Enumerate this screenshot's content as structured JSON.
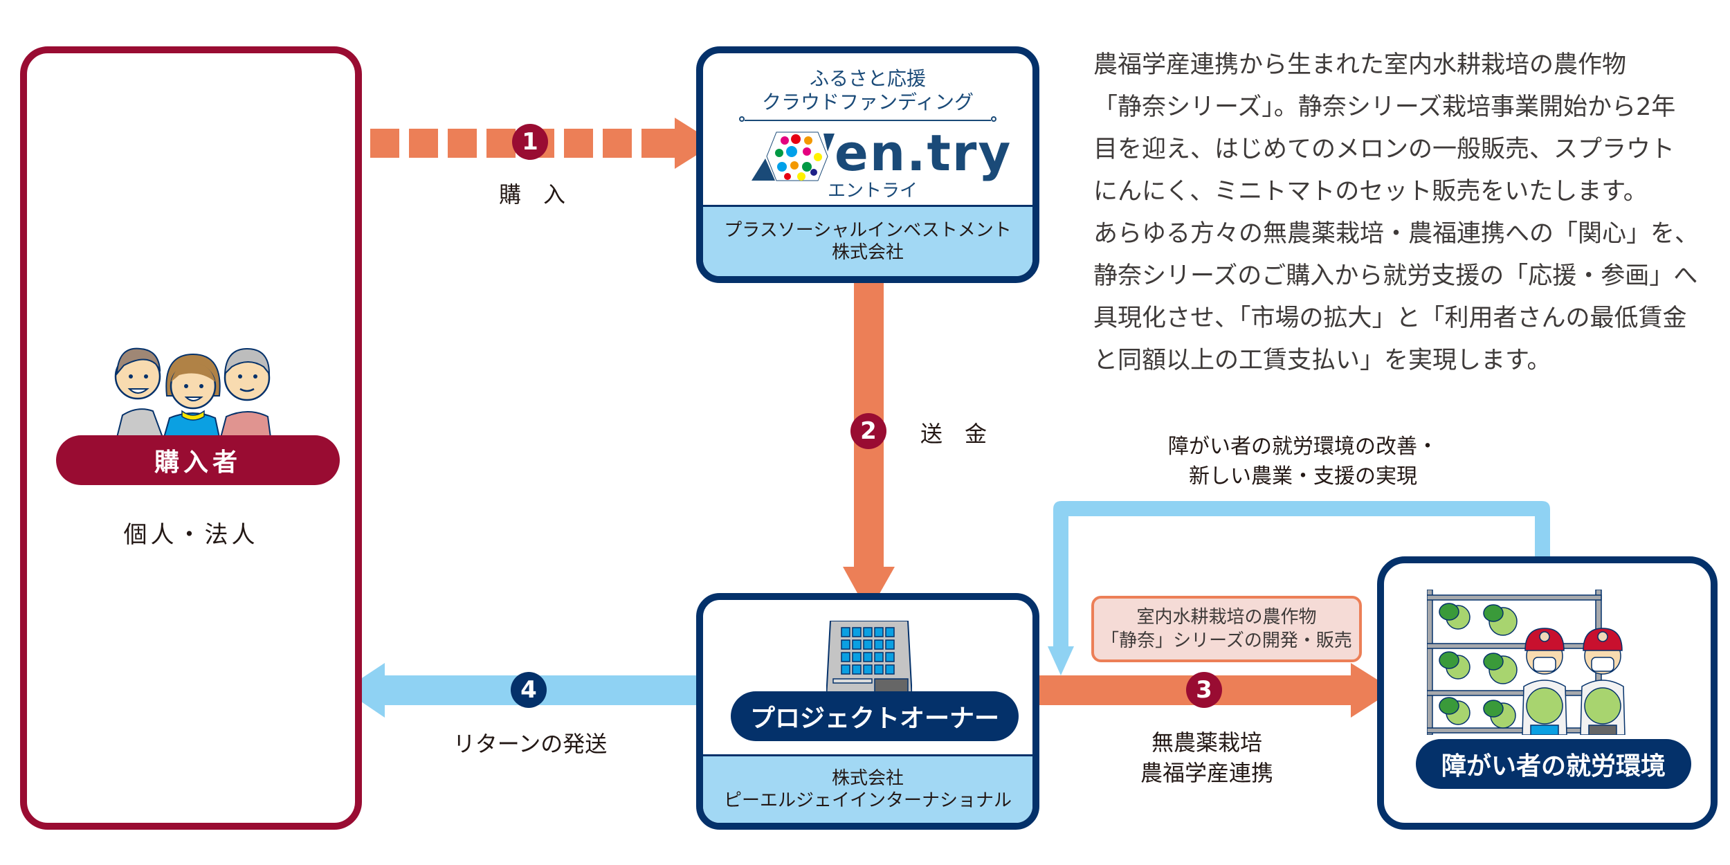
{
  "colors": {
    "buyer_red": "#990c32",
    "navy": "#04316a",
    "orange_arrow": "#ec7f57",
    "blue_arrow": "#8fd2f3",
    "light_blue_band": "#a2d8f4",
    "pink_box": "#f5dbd6"
  },
  "buyer": {
    "icon": "people-group-icon",
    "title": "購入者",
    "subtitle": "個人・法人"
  },
  "entry": {
    "tagline_1": "ふるさと応援",
    "tagline_2": "クラウドファンディング",
    "logo_text": "en.try",
    "logo_kana": "エントライ",
    "company_line_1": "プラスソーシャルインベストメント",
    "company_line_2": "株式会社"
  },
  "owner": {
    "icon": "office-building-icon",
    "title": "プロジェクトオーナー",
    "company_line_1": "株式会社",
    "company_line_2": "ピーエルジェイインターナショナル"
  },
  "environment": {
    "icon": "melon-farm-workers-icon",
    "title": "障がい者の就労環境"
  },
  "steps": [
    {
      "number": "1",
      "label": "購　入"
    },
    {
      "number": "2",
      "label": "送　金"
    },
    {
      "number": "3",
      "label_line_1": "無農薬栽培",
      "label_line_2": "農福学産連携"
    },
    {
      "number": "4",
      "label": "リターンの発送"
    }
  ],
  "product_box": {
    "line_1": "室内水耕栽培の農作物",
    "line_2": "「静奈」シリーズの開発・販売"
  },
  "loop_label": {
    "line_1": "障がい者の就労環境の改善・",
    "line_2": "新しい農業・支援の実現"
  },
  "description": [
    "農福学産連携から生まれた室内水耕栽培の農作物",
    "「静奈シリーズ」。静奈シリーズ栽培事業開始から2年",
    "目を迎え、はじめてのメロンの一般販売、スプラウト",
    "にんにく、ミニトマトのセット販売をいたします。",
    "あらゆる方々の無農薬栽培・農福連携への「関心」を、",
    "静奈シリーズのご購入から就労支援の「応援・参画」へ",
    "具現化させ、「市場の拡大」と「利用者さんの最低賃金",
    "と同額以上の工賃支払い」を実現します。"
  ]
}
